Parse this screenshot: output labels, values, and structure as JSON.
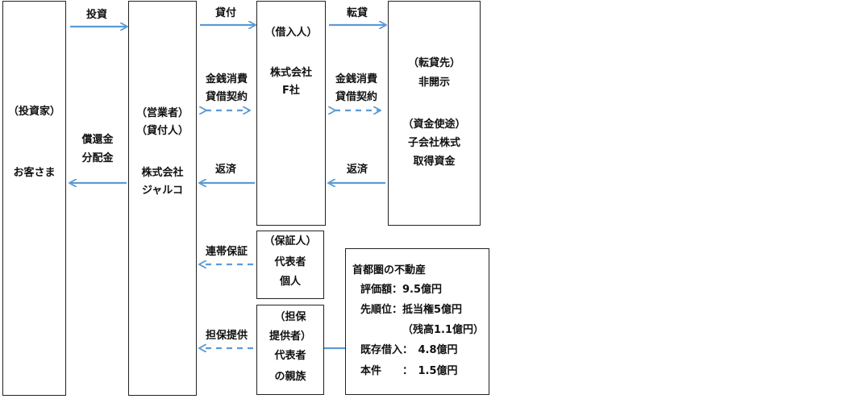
{
  "investor": {
    "role": "（投資家）",
    "name": "お客さま"
  },
  "operator": {
    "role1": "（営業者）",
    "role2": "（貸付人）",
    "name1": "株式会社",
    "name2": "ジャルコ"
  },
  "borrower": {
    "role": "（借入人）",
    "name1": "株式会社",
    "name2": "F社"
  },
  "subborrower": {
    "role": "（転貸先）",
    "name": "非開示",
    "use_label": "（資金使途）",
    "use1": "子会社株式",
    "use2": "取得資金"
  },
  "guarantor": {
    "role": "（保証人）",
    "line1": "代表者",
    "line2": "個人"
  },
  "collateral_provider": {
    "role1": "（担保",
    "role2": "提供者）",
    "line1": "代表者",
    "line2": "の親族"
  },
  "property": {
    "title": "首都圏の不動産",
    "rows": [
      "評価額：9.5億円",
      "先順位：抵当権5億円",
      "（残高1.1億円）",
      "既存借入：　4.8億円",
      "本件　　：　1.5億円"
    ]
  },
  "flows": {
    "invest": "投資",
    "repay_dist1": "償還金",
    "repay_dist2": "分配金",
    "loan": "貸付",
    "contract1": "金銭消費",
    "contract2": "貸借契約",
    "repay": "返済",
    "relend": "転貸",
    "contract_b1": "金銭消費",
    "contract_b2": "貸借契約",
    "repay_b": "返済",
    "joint_guarantee": "連帯保証",
    "collateral": "担保提供"
  },
  "colors": {
    "arrow": "#5b9bd5",
    "border": "#222222"
  }
}
